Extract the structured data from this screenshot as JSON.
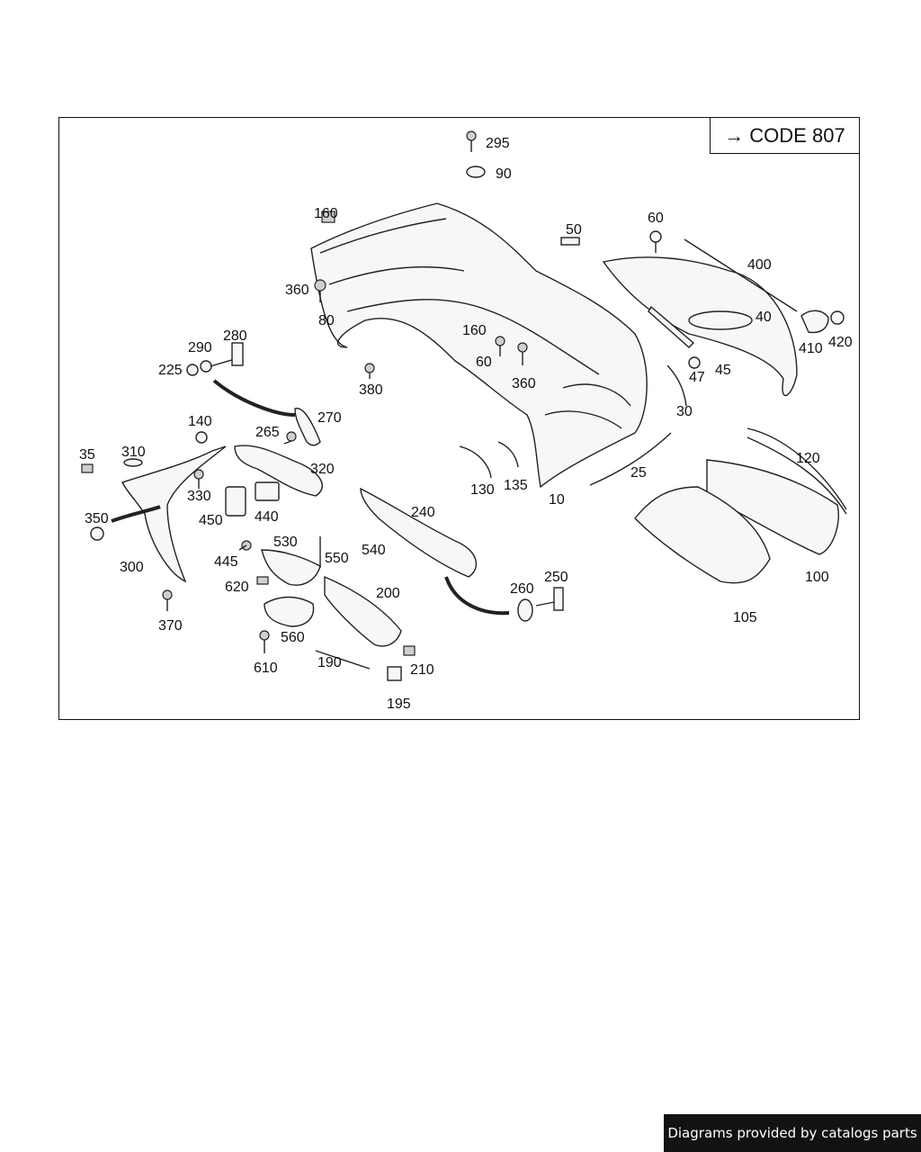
{
  "code_box": {
    "arrow": "→",
    "text": "CODE 807"
  },
  "callouts": [
    {
      "id": "c295",
      "text": "295"
    },
    {
      "id": "c90",
      "text": "90"
    },
    {
      "id": "c160a",
      "text": "160"
    },
    {
      "id": "c50",
      "text": "50"
    },
    {
      "id": "c60a",
      "text": "60"
    },
    {
      "id": "c400",
      "text": "400"
    },
    {
      "id": "c360a",
      "text": "360"
    },
    {
      "id": "c80",
      "text": "80"
    },
    {
      "id": "c160b",
      "text": "160"
    },
    {
      "id": "c40",
      "text": "40"
    },
    {
      "id": "c410",
      "text": "410"
    },
    {
      "id": "c420",
      "text": "420"
    },
    {
      "id": "c280",
      "text": "280"
    },
    {
      "id": "c290",
      "text": "290"
    },
    {
      "id": "c225",
      "text": "225"
    },
    {
      "id": "c60b",
      "text": "60"
    },
    {
      "id": "c360b",
      "text": "360"
    },
    {
      "id": "c380",
      "text": "380"
    },
    {
      "id": "c47",
      "text": "47"
    },
    {
      "id": "c45",
      "text": "45"
    },
    {
      "id": "c270",
      "text": "270"
    },
    {
      "id": "c140",
      "text": "140"
    },
    {
      "id": "c265",
      "text": "265"
    },
    {
      "id": "c30",
      "text": "30"
    },
    {
      "id": "c35",
      "text": "35"
    },
    {
      "id": "c310",
      "text": "310"
    },
    {
      "id": "c320",
      "text": "320"
    },
    {
      "id": "c120",
      "text": "120"
    },
    {
      "id": "c25",
      "text": "25"
    },
    {
      "id": "c130",
      "text": "130"
    },
    {
      "id": "c135",
      "text": "135"
    },
    {
      "id": "c10",
      "text": "10"
    },
    {
      "id": "c330",
      "text": "330"
    },
    {
      "id": "c240",
      "text": "240"
    },
    {
      "id": "c450",
      "text": "450"
    },
    {
      "id": "c440",
      "text": "440"
    },
    {
      "id": "c350",
      "text": "350"
    },
    {
      "id": "c530",
      "text": "530"
    },
    {
      "id": "c540",
      "text": "540"
    },
    {
      "id": "c445",
      "text": "445"
    },
    {
      "id": "c550",
      "text": "550"
    },
    {
      "id": "c300",
      "text": "300"
    },
    {
      "id": "c100",
      "text": "100"
    },
    {
      "id": "c620",
      "text": "620"
    },
    {
      "id": "c200",
      "text": "200"
    },
    {
      "id": "c250",
      "text": "250"
    },
    {
      "id": "c260",
      "text": "260"
    },
    {
      "id": "c105",
      "text": "105"
    },
    {
      "id": "c370",
      "text": "370"
    },
    {
      "id": "c560",
      "text": "560"
    },
    {
      "id": "c190",
      "text": "190"
    },
    {
      "id": "c210",
      "text": "210"
    },
    {
      "id": "c610",
      "text": "610"
    },
    {
      "id": "c195",
      "text": "195"
    }
  ],
  "footer": {
    "text": "Diagrams provided by catalogs parts"
  }
}
